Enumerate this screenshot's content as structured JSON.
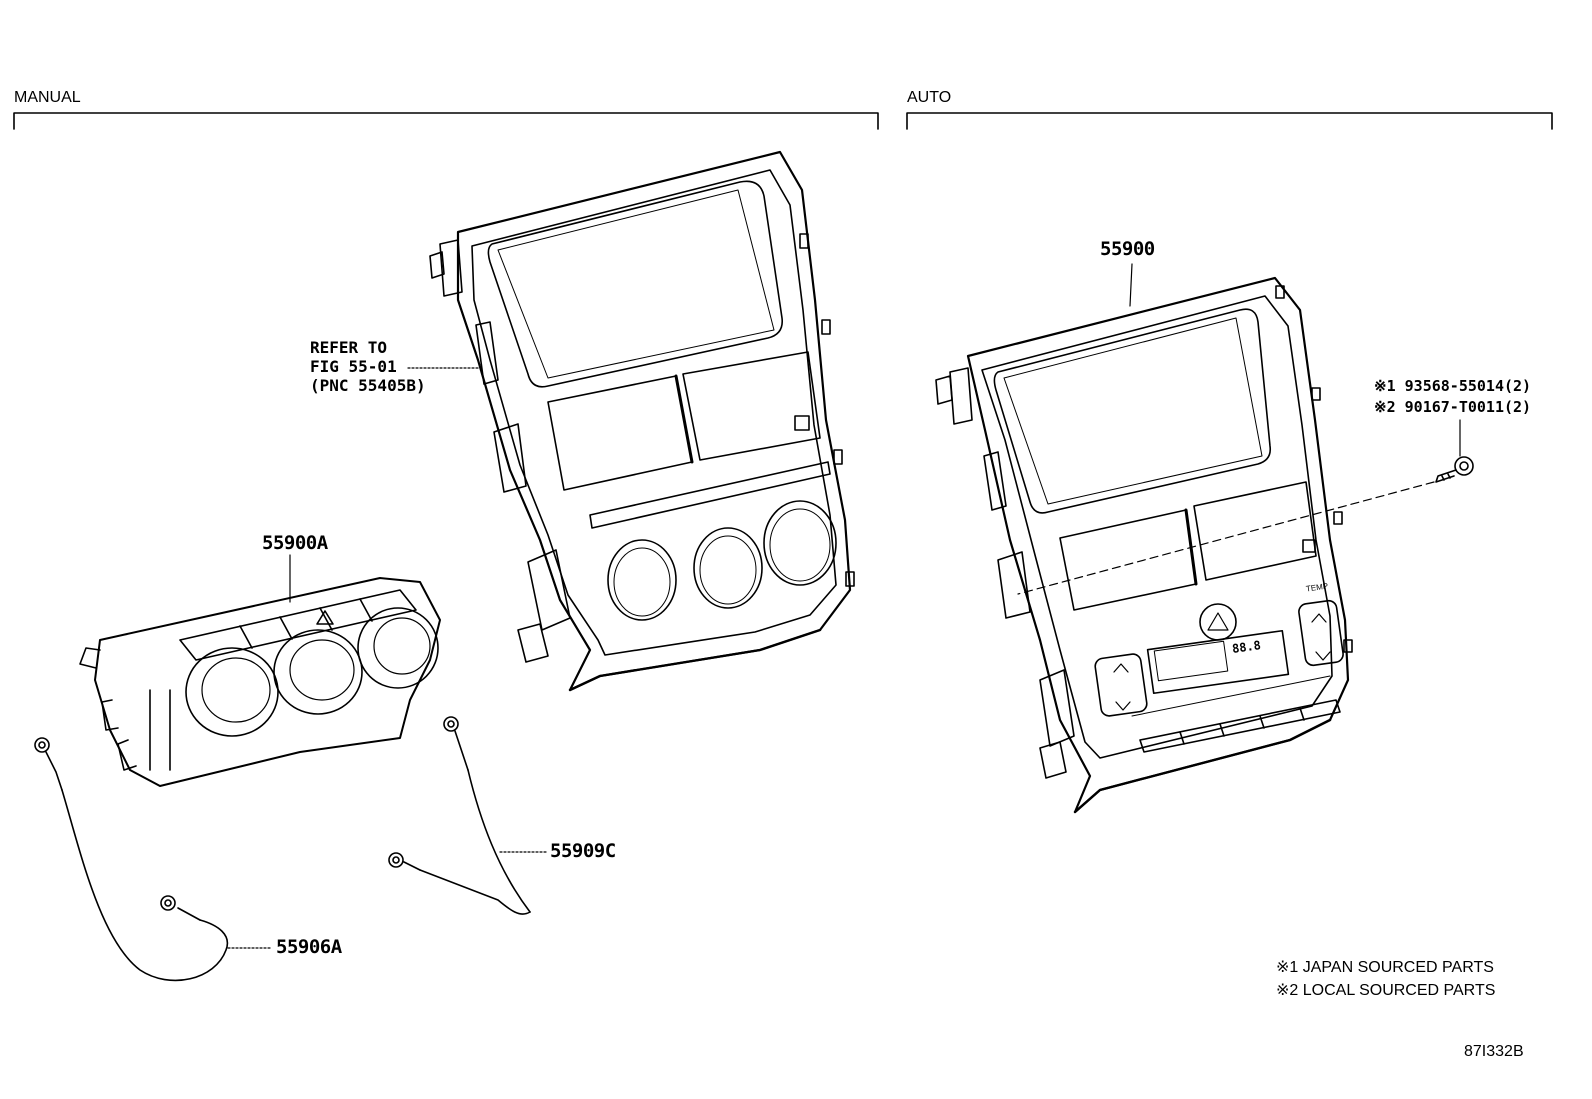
{
  "sections": {
    "manual": "MANUAL",
    "auto": "AUTO"
  },
  "callouts": {
    "refer_line1": "REFER TO",
    "refer_line2": "FIG 55-01",
    "refer_line3": "(PNC 55405B)",
    "p55900": "55900",
    "p55900A": "55900A",
    "p55909C": "55909C",
    "p55906A": "55906A",
    "screw_line1": "※1 93568-55014(2)",
    "screw_line2": "※2 90167-T0011(2)"
  },
  "control_panel": {
    "display": "88.8",
    "temp_label": "TEMP"
  },
  "notes": {
    "note1": "※1 JAPAN SOURCED PARTS",
    "note2": "※2 LOCAL SOURCED PARTS"
  },
  "illustration_code": "87I332B"
}
